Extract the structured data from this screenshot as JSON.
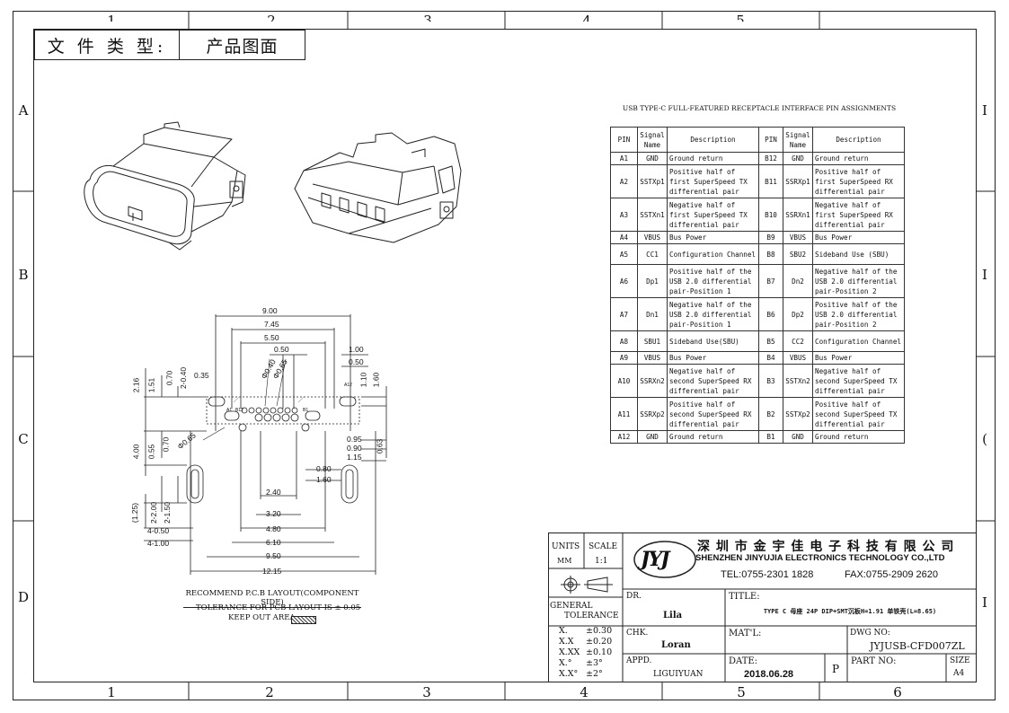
{
  "frame": {
    "top_numbers": [
      "1",
      "2",
      "3",
      "4",
      "5"
    ],
    "bottom_numbers": [
      "1",
      "2",
      "3",
      "4",
      "5",
      "6"
    ],
    "left_letters": [
      "A",
      "B",
      "C",
      "D"
    ],
    "right_letters": [
      "I",
      "I",
      "(",
      "I"
    ]
  },
  "doc_type": {
    "label": "文 件 类 型:",
    "value": "产品图面"
  },
  "pin_table": {
    "title": "USB TYPE-C FULL-FEATURED RECEPTACLE INTERFACE PIN ASSIGNMENTS",
    "headers": [
      "PIN",
      "Signal Name",
      "Description",
      "PIN",
      "Signal Name",
      "Description"
    ],
    "rows": [
      [
        "A1",
        "GND",
        "Ground return",
        "B12",
        "GND",
        "Ground return"
      ],
      [
        "A2",
        "SSTXp1",
        "Positive half of first SuperSpeed TX differential pair",
        "B11",
        "SSRXp1",
        "Positive half of first SuperSpeed RX differential pair"
      ],
      [
        "A3",
        "SSTXn1",
        "Negative half of first SuperSpeed TX differential pair",
        "B10",
        "SSRXn1",
        "Negative half of first SuperSpeed RX differential pair"
      ],
      [
        "A4",
        "VBUS",
        "Bus Power",
        "B9",
        "VBUS",
        "Bus Power"
      ],
      [
        "A5",
        "CC1",
        "Configuration Channel",
        "B8",
        "SBU2",
        "Sideband Use (SBU)"
      ],
      [
        "A6",
        "Dp1",
        "Positive half of the USB 2.0 differential pair-Position 1",
        "B7",
        "Dn2",
        "Negative half of the USB 2.0 differential pair-Position 2"
      ],
      [
        "A7",
        "Dn1",
        "Negative half of the USB 2.0 differential pair-Position 1",
        "B6",
        "Dp2",
        "Positive half of the USB 2.0 differential pair-Position 2"
      ],
      [
        "A8",
        "SBU1",
        "Sideband Use(SBU)",
        "B5",
        "CC2",
        "Configuration Channel"
      ],
      [
        "A9",
        "VBUS",
        "Bus Power",
        "B4",
        "VBUS",
        "Bus Power"
      ],
      [
        "A10",
        "SSRXn2",
        "Negative half of second SuperSpeed RX differential pair",
        "B3",
        "SSTXn2",
        "Negative half of second SuperSpeed TX differential pair"
      ],
      [
        "A11",
        "SSRXp2",
        "Positive half of second SuperSpeed RX differential pair",
        "B2",
        "SSTXp2",
        "Positive half of second SuperSpeed TX differential pair"
      ],
      [
        "A12",
        "GND",
        "Ground return",
        "B1",
        "GND",
        "Ground return"
      ]
    ]
  },
  "pcb": {
    "top_dims": [
      "9.00",
      "7.45",
      "5.50",
      "0.50",
      "1.00",
      "0.50"
    ],
    "bottom_dims": [
      "2.40",
      "3.20",
      "4.80",
      "6.10",
      "9.50",
      "12.15"
    ],
    "right_dims": [
      "1.10",
      "1.60",
      "0.95",
      "0.90",
      "1.15",
      "0.80",
      "1.60",
      "0.63"
    ],
    "left_dims": [
      "2.16",
      "1.51",
      "0.70",
      "2-0.40",
      "0.35",
      "4.00",
      "0.55",
      "0.70",
      "(1.25)",
      "2-2.00",
      "2-1.50",
      "4-0.50",
      "4-1.00"
    ],
    "hole_dims": [
      "Φ0.40",
      "Φ0.65",
      "Φ0.65"
    ],
    "pad_labels": [
      "A1",
      "A12",
      "B12",
      "B1"
    ],
    "caption": "RECOMMEND P.C.B LAYOUT(COMPONENT SIDE)",
    "tolerance_note": "TOLERANCE FOR PCB LAYOUT IS ± 0.05",
    "keepout_note": "KEEP OUT AREA"
  },
  "title_block": {
    "units_label": "UNITS",
    "units_value": "MM",
    "scale_label": "SCALE",
    "scale_value": "1:1",
    "logo": "JYJ",
    "company_cn": "深 圳 市 金 宇 佳 电 子 科 技 有 限 公 司",
    "company_en": "SHENZHEN JINYUJIA ELECTRONICS TECHNOLOGY CO.,LTD",
    "tel": "TEL:0755-2301 1828",
    "fax": "FAX:0755-2909 2620",
    "general_tolerance_1": "GENERAL",
    "general_tolerance_2": "TOLERANCE",
    "tolerances": [
      [
        "X.",
        "±0.30"
      ],
      [
        "X.X",
        "±0.20"
      ],
      [
        "X.XX",
        "±0.10"
      ],
      [
        "X.°",
        "±3°"
      ],
      [
        "X.X°",
        "±2°"
      ]
    ],
    "dr_label": "DR.",
    "dr_value": "Lila",
    "chk_label": "CHK.",
    "chk_value": "Loran",
    "appd_label": "APPD.",
    "appd_value": "LIGUIYUAN",
    "title_label": "TITLE:",
    "title_value": "TYPE C 母座 24P DIP+SMT沉板H=1.91 单铁壳(L=8.65)",
    "matl_label": "MAT'L:",
    "dwg_label": "DWG NO:",
    "dwg_value": "JYJUSB-CFD007ZL",
    "date_label": "DATE:",
    "date_value": "2018.06.28",
    "rev": "P",
    "part_label": "PART NO:",
    "size_label": "SIZE",
    "size_value": "A4"
  }
}
